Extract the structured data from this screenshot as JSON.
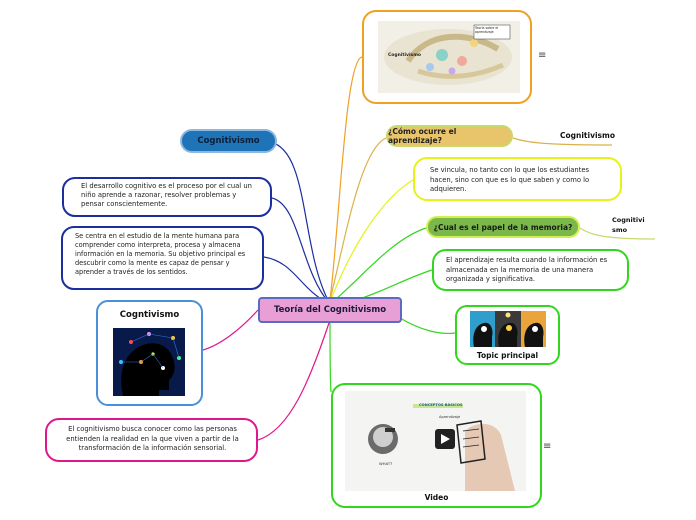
{
  "central": {
    "label": "Teoría del Cognitivismo"
  },
  "left": {
    "cognitivismo_title": "Cognitivismo",
    "desarrollo_text": "El desarrollo cognitivo es el proceso por el cual un niño aprende a razonar, resolver problemas y pensar conscientemente.",
    "mente_text": "Se centra en el estudio de la mente humana para comprender como interpreta, procesa y almacena información en la memoria. Su objetivo principal es descubrir como la mente es capaz de pensar y aprender a través de los sentidos.",
    "image_card_title": "Cogntivismo",
    "busca_text": "El cognitivismo busca conocer como las personas entienden la realidad en la que viven a partir de la transformación de la información sensorial."
  },
  "right": {
    "map_image": {
      "center_label": "Cognitivismo",
      "top_label": "Teoría sobre el aprendizaje"
    },
    "menu_glyph": "≡",
    "q1": "¿Cómo ocurre el aprendizaje?",
    "q1_tag": "Cognitivismo",
    "q1_text": "Se vincula, no tanto con lo que los estudiantes hacen, sino con que es lo que saben y como lo adquieren.",
    "q2": "¿Cual es el papel de la memoria?",
    "q2_tag": "Cognitivismo",
    "q2_text": "El aprendizaje resulta cuando la información es almacenada en la memoria de una manera organizada y significativa.",
    "topic_label": "Topic principal",
    "video": {
      "label": "Video",
      "board_title": "CONCEPTOS BÁSICOS",
      "board_note": "Aprendizaje",
      "board_small": "WHAT?"
    }
  },
  "colors": {
    "central_fill": "#e89fd6",
    "central_border": "#5b6bc0",
    "cognitivismo_fill": "#1f73b7",
    "blue_border": "#1a2e9e",
    "magenta_border": "#e0168c",
    "question_fill": "#e8c46a",
    "question_border": "#c9d96a",
    "yellow_border": "#e6f21a",
    "green_border": "#33d61f",
    "orange_border": "#f0a023"
  }
}
